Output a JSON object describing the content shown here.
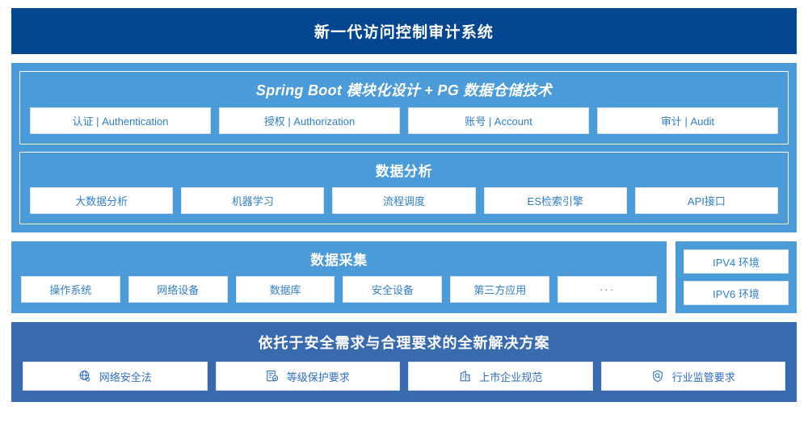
{
  "header": {
    "title": "新一代访问控制审计系统"
  },
  "colors": {
    "header_navy": "#04468f",
    "panel_light_blue": "#4a9bd8",
    "panel_mid_blue": "#3a6aae",
    "chip_text_blue": "#2f7fc4",
    "chip_bg": "#ffffff"
  },
  "architecture": {
    "platform": {
      "title": "Spring Boot 模块化设计 + PG 数据仓储技术",
      "chips": [
        "认证 | Authentication",
        "授权 | Authorization",
        "账号 | Account",
        "审计 | Audit"
      ]
    },
    "analysis": {
      "title": "数据分析",
      "chips": [
        "大数据分析",
        "机器学习",
        "流程调度",
        "ES检索引擎",
        "API接口"
      ]
    }
  },
  "collection": {
    "title": "数据采集",
    "chips": [
      "操作系统",
      "网络设备",
      "数据库",
      "安全设备",
      "第三方应用",
      "···"
    ]
  },
  "environments": {
    "chips": [
      "IPV4 环境",
      "IPV6 环境"
    ]
  },
  "compliance": {
    "title": "依托于安全需求与合理要求的全新解决方案",
    "chips": [
      {
        "label": "网络安全法",
        "icon": "globe-icon"
      },
      {
        "label": "等级保护要求",
        "icon": "document-check-icon"
      },
      {
        "label": "上市企业规范",
        "icon": "building-icon"
      },
      {
        "label": "行业监管要求",
        "icon": "shield-search-icon"
      }
    ]
  }
}
